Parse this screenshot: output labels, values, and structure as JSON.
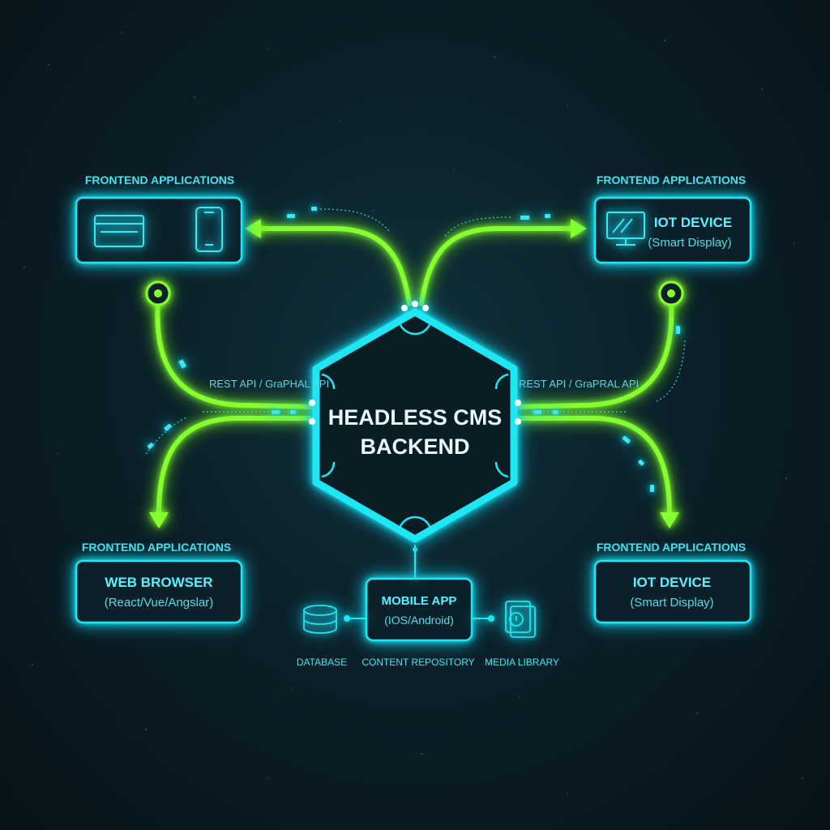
{
  "colors": {
    "accent_cyan": "#1fe6f3",
    "accent_green": "#86ff2e",
    "background": "#0b2029"
  },
  "center": {
    "line1": "HEADLESS CMS",
    "line2": "BACKEND"
  },
  "groups": {
    "top_left": "FRONTEND APPLICATIONS",
    "top_right": "FRONTEND APPLICATIONS",
    "bottom_left": "FRONTEND APPLICATIONS",
    "bottom_right": "FRONTEND APPLICATIONS"
  },
  "nodes": {
    "top_left": {
      "icons": [
        "browser-window-icon",
        "smartphone-icon"
      ]
    },
    "top_right": {
      "title": "IOT DEVICE",
      "subtitle": "(Smart Display)",
      "icon": "monitor-icon"
    },
    "bottom_left": {
      "title": "WEB BROWSER",
      "subtitle": "(React/Vue/Angslar)"
    },
    "bottom_right": {
      "title": "IOT DEVICE",
      "subtitle": "(Smart Display)"
    },
    "bottom_center": {
      "title": "MOBILE APP",
      "subtitle": "(IOS/Android)"
    }
  },
  "api_labels": {
    "left": "REST API / GraPHAL API",
    "right": "REST API / GraPRAL API"
  },
  "repository": {
    "database": "DATABASE",
    "content": "CONTENT REPOSITORY",
    "media": "MEDIA LIBRARY",
    "icons": [
      "database-icon",
      "media-library-icon"
    ]
  }
}
